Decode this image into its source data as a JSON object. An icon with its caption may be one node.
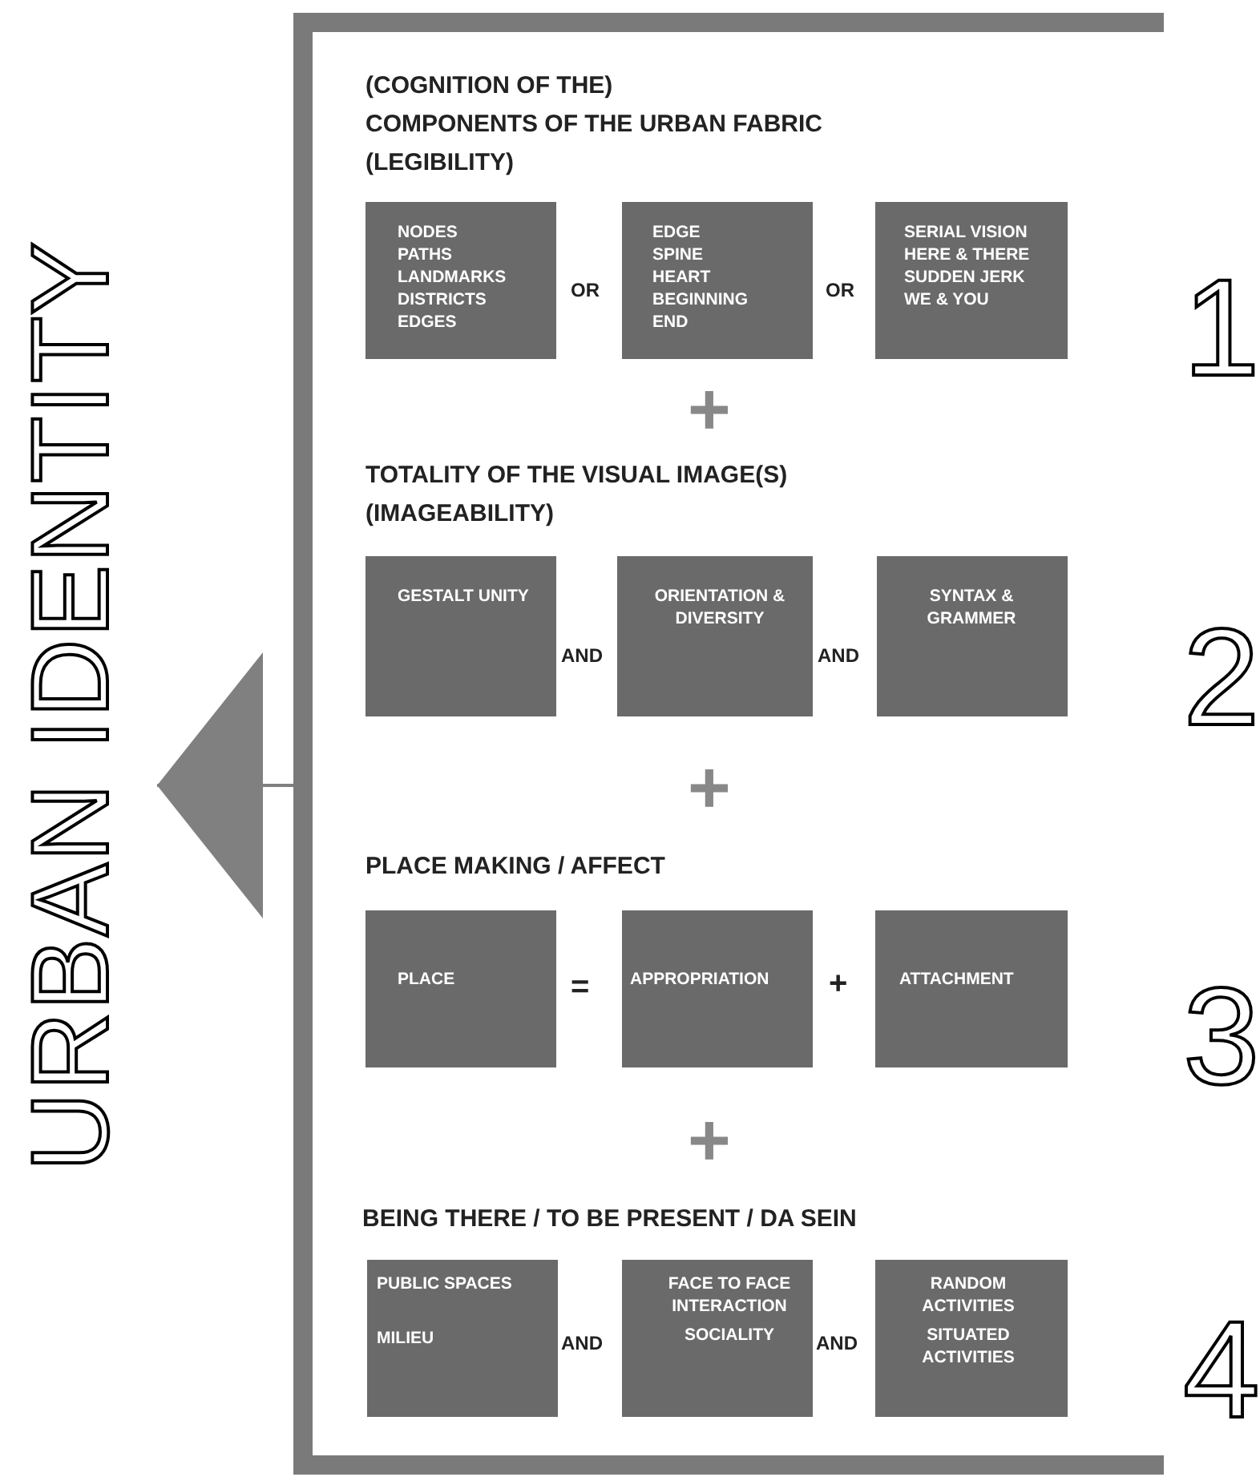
{
  "diagram": {
    "nodes": [
      {
        "text": [
          "URBAN IDENTITY"
        ]
      },
      {
        "text": [],
        "shape": "box"
      },
      {
        "text": [
          "NODES",
          "PATHS",
          "LANDMARKS",
          "DISTRICTS",
          "EDGES"
        ],
        "in": 1
      },
      {
        "text": [
          "EDGE",
          "SPINE",
          "HEART",
          "BEGINNING",
          "END"
        ],
        "in": 1
      },
      {
        "text": [
          "SERIAL VISION",
          "HERE & THERE",
          "SUDDEN JERK",
          "WE & YOU"
        ],
        "in": 1
      },
      {
        "text": [
          "GESTALT UNITY"
        ],
        "in": 1
      },
      {
        "text": [
          "ORIENTATION & DIVERSITY"
        ],
        "in": 1
      },
      {
        "text": [
          "SYNTAX & GRAMMER"
        ],
        "in": 1
      },
      {
        "text": [
          "PLACE"
        ],
        "in": 1
      },
      {
        "text": [
          "APPROPRIATION"
        ],
        "in": 1
      },
      {
        "text": [
          "ATTACHMENT"
        ],
        "in": 1
      },
      {
        "text": [
          "PUBLIC SPACES",
          "MILIEU"
        ],
        "in": 1
      },
      {
        "text": [
          "FACE TO FACE INTERACTION",
          "SOCIALITY"
        ],
        "in": 1
      },
      {
        "text": [
          "RANDOM ACTIVITIES",
          "SITUATED ACTIVITIES"
        ],
        "in": 1
      }
    ],
    "edges": [
      {
        "from": 1,
        "to": 0,
        "arrow": "to"
      }
    ],
    "labels": [
      "(COGNITION OF THE)",
      "COMPONENTS OF THE URBAN FABRIC",
      "(LEGIBILITY)",
      "OR",
      "OR",
      "1",
      "+",
      "TOTALITY OF THE VISUAL IMAGE(S)",
      "(IMAGEABILITY)",
      "AND",
      "AND",
      "2",
      "+",
      "PLACE MAKING / AFFECT",
      "=",
      "+",
      "3",
      "+",
      "BEING THERE / TO BE PRESENT / DA SEIN",
      "AND",
      "AND",
      "4"
    ]
  }
}
